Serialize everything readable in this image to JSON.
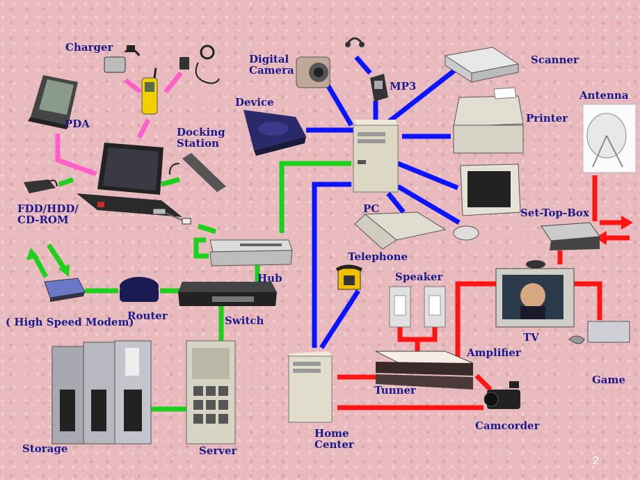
{
  "labels": {
    "charger": "Charger",
    "pda": "PDA",
    "docking_station": "Docking\nStation",
    "fdd": "FDD/HDD/\nCD-ROM",
    "digital_camera": "Digital\nCamera",
    "mp3": "MP3",
    "device": "Device",
    "scanner": "Scanner",
    "printer": "Printer",
    "antenna": "Antenna",
    "pc": "PC",
    "set_top_box": "Set-Top-Box",
    "telephone": "Telephone",
    "speaker": "Speaker",
    "hub": "Hub",
    "switch": "Switch",
    "router": "Router",
    "modem": "( High Speed Modem)",
    "tv": "TV",
    "amplifier": "Amplifier",
    "game": "Game",
    "tunner": "Tunner",
    "camcorder": "Camcorder",
    "home_center": "Home\nCenter",
    "storage": "Storage",
    "server": "Server"
  },
  "page_number": "2",
  "colors": {
    "blue_link": "#0a14ff",
    "green_link": "#19d219",
    "red_link": "#ff1414",
    "pink_link": "#ff5fc8",
    "label_text": "#1a1a8c"
  }
}
